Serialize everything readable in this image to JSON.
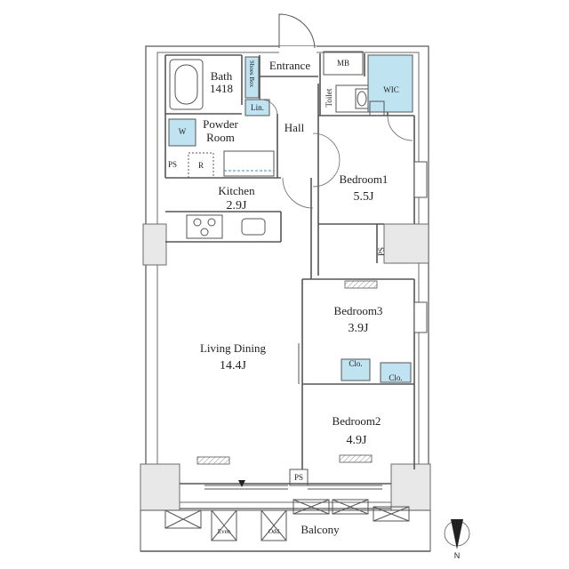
{
  "rooms": {
    "bath": {
      "name": "Bath",
      "size": "1418"
    },
    "shoes_box": "Shoes Box",
    "entrance": "Entrance",
    "mb": "MB",
    "wic": "WIC",
    "toilet": "Toilet",
    "lin": "Lin.",
    "powder_room": "Powder Room",
    "washer": "W",
    "hall": "Hall",
    "refrigerator": "R",
    "kitchen": {
      "name": "Kitchen",
      "size": "2.9J"
    },
    "bedroom1": {
      "name": "Bedroom1",
      "size": "5.5J"
    },
    "bedroom3": {
      "name": "Bedroom3",
      "size": "3.9J"
    },
    "bedroom2": {
      "name": "Bedroom2",
      "size": "4.9J"
    },
    "living_dining": {
      "name": "Living Dining",
      "size": "14.4J"
    },
    "balcony": "Balcony",
    "clo": "Clo.",
    "ps": "PS",
    "even": "Even",
    "odd": "Odd"
  },
  "compass": {
    "north": "N"
  },
  "colors": {
    "wall": "#6b6b6b",
    "closet_fill": "#bfe3f1",
    "line": "#444444"
  }
}
